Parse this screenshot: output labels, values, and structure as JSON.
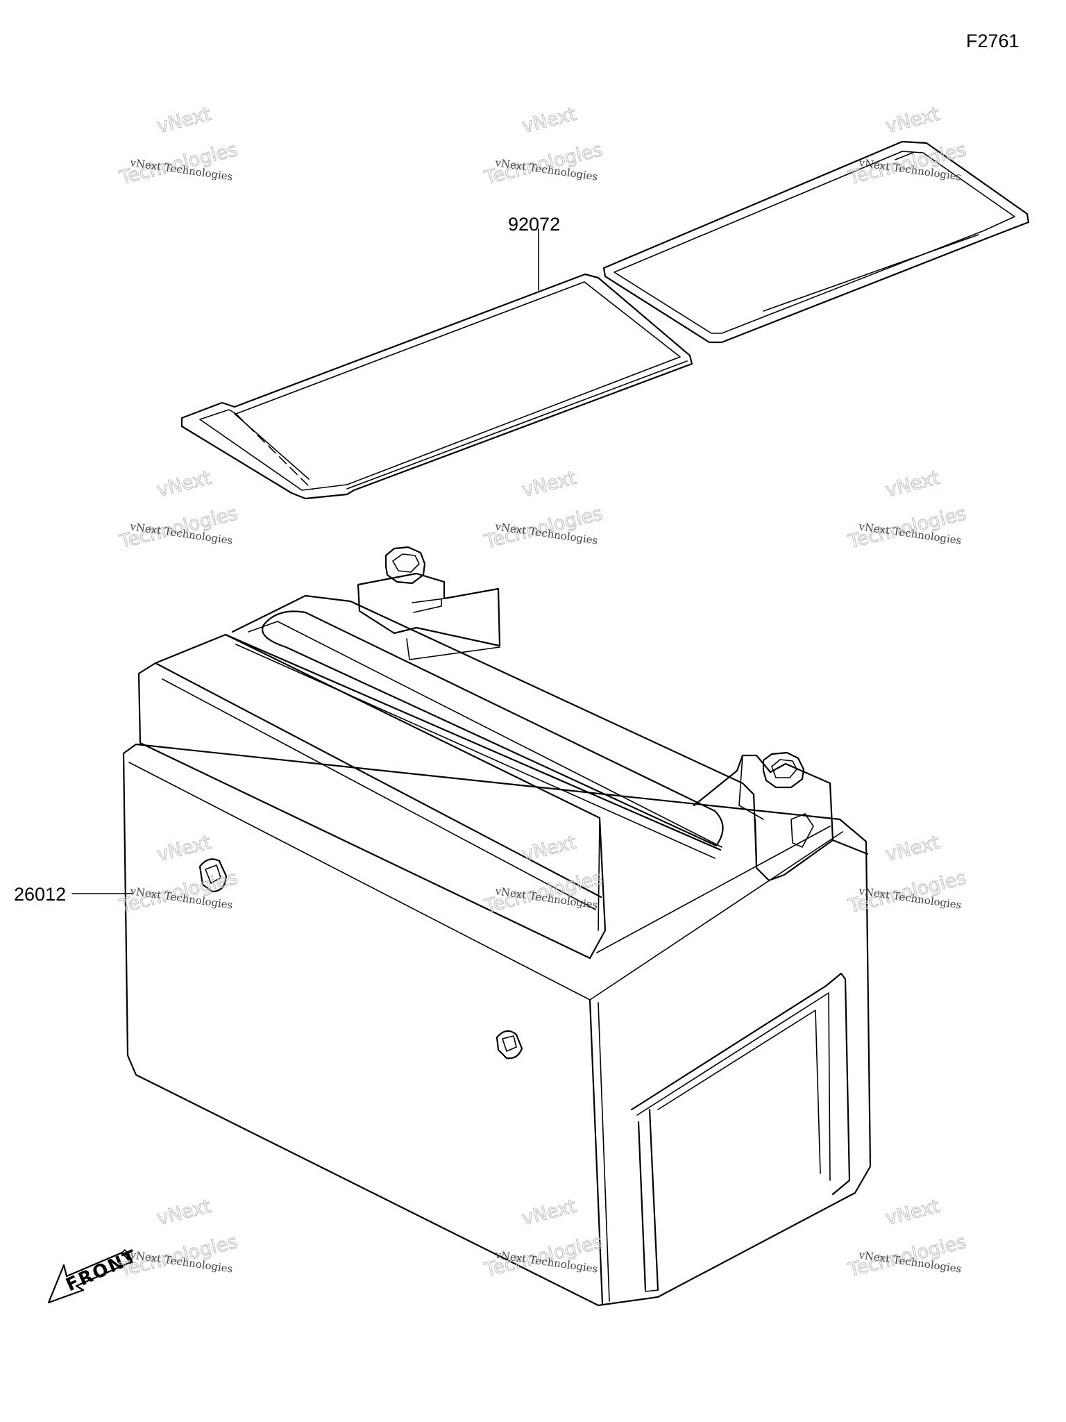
{
  "figure_code": "F2761",
  "parts": [
    {
      "number": "92072",
      "description": "battery pad (rubber mat)"
    },
    {
      "number": "26012",
      "description": "battery"
    }
  ],
  "front_label": "FRONT",
  "watermark": {
    "line1": "vNext",
    "line2": "vNext Technologies",
    "line3": "Technologies"
  }
}
